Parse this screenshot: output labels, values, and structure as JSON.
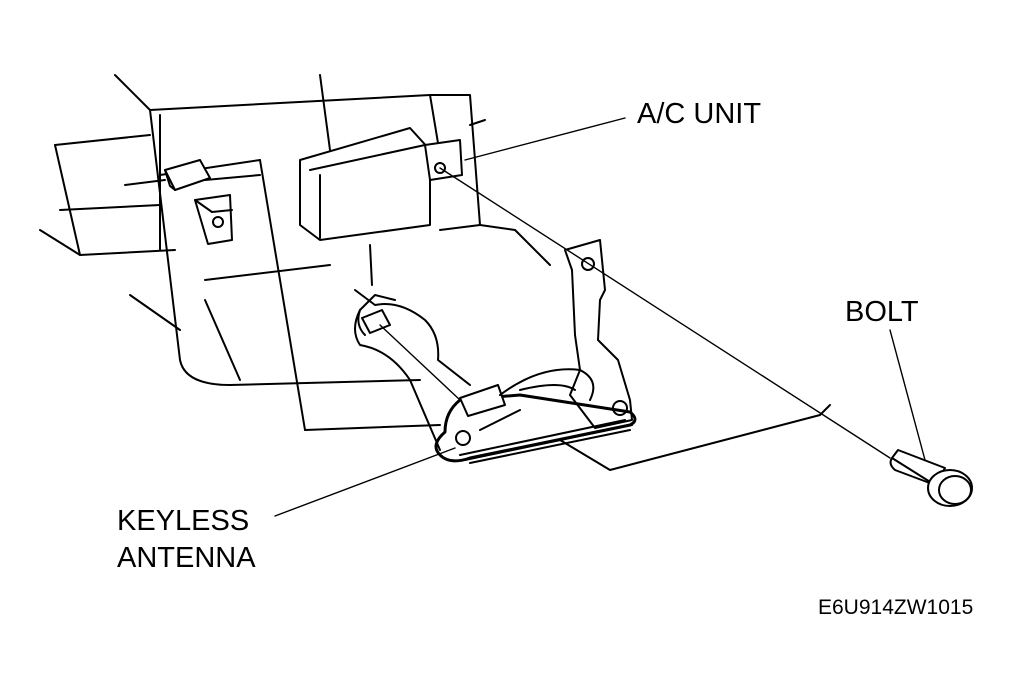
{
  "labels": {
    "ac_unit": "A/C UNIT",
    "bolt": "BOLT",
    "keyless_line1": "KEYLESS",
    "keyless_line2": "ANTENNA",
    "figure_code": "E6U914ZW1015"
  }
}
